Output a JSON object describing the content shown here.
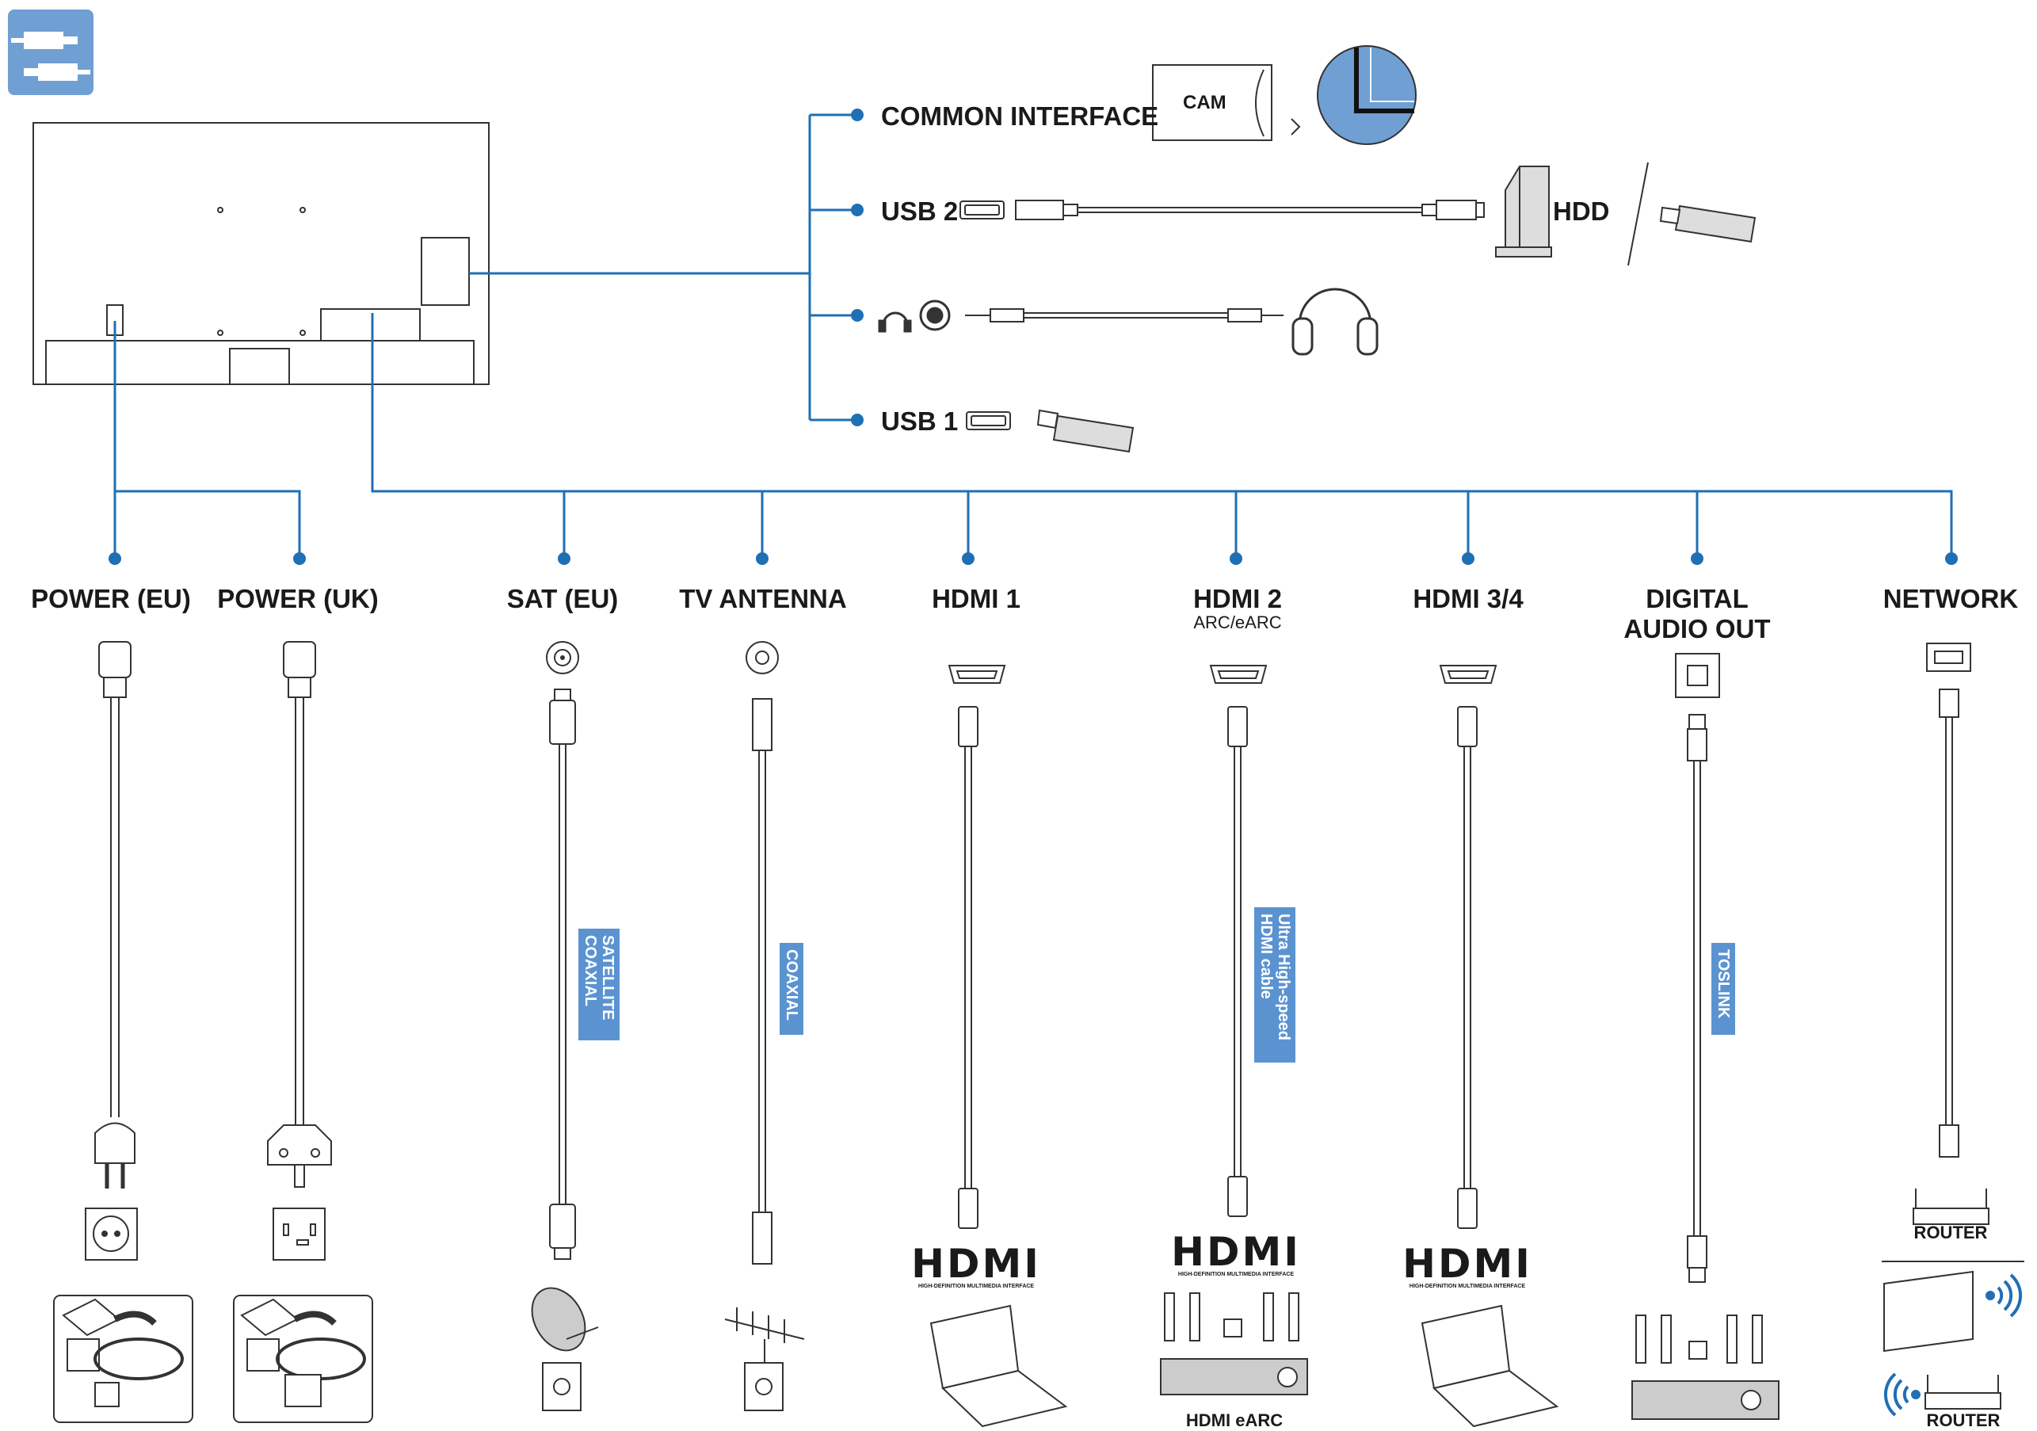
{
  "right_ports": {
    "common_interface": "COMMON INTERFACE",
    "cam": "CAM",
    "usb2": "USB 2",
    "hdd": "HDD",
    "usb1": "USB 1"
  },
  "bottom_ports": {
    "power_eu": "POWER (EU)",
    "power_uk": "POWER (UK)",
    "sat_eu": "SAT (EU)",
    "tv_antenna": "TV ANTENNA",
    "hdmi1": "HDMI 1",
    "hdmi2": "HDMI 2",
    "hdmi2_sub": "ARC/eARC",
    "hdmi34": "HDMI 3/4",
    "digital_audio_line1": "DIGITAL",
    "digital_audio_line2": "AUDIO OUT",
    "network": "NETWORK"
  },
  "cable_tags": {
    "satellite_line1": "SATELLITE",
    "satellite_line2": "COAXIAL",
    "coaxial": "COAXIAL",
    "hdmi_line1": "Ultra High-speed",
    "hdmi_line2": "HDMI cable",
    "toslink": "TOSLINK"
  },
  "devices": {
    "router_top": "ROUTER",
    "router_bottom": "ROUTER",
    "hdmi_earc": "HDMI eARC",
    "hdmi_logo": "HDMI",
    "hdmi_logo_sub": "HIGH-DEFINITION MULTIMEDIA INTERFACE"
  },
  "colors": {
    "accent": "#1f6fb5",
    "tag": "#5b93d1",
    "icon_bg": "#6f9fd3"
  }
}
